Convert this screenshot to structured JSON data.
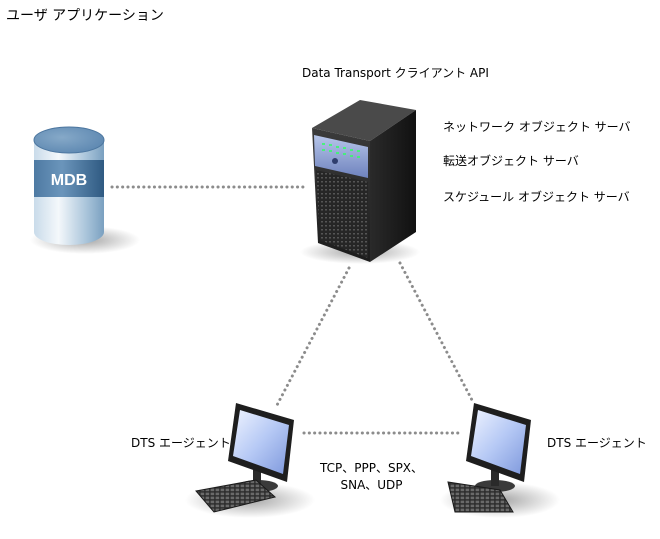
{
  "title": "ユーザ アプリケーション",
  "server": {
    "label": "Data Transport クライアント API",
    "services": [
      "ネットワーク オブジェクト サーバ",
      "転送オブジェクト サーバ",
      "スケジュール オブジェクト サーバ"
    ]
  },
  "database": {
    "label": "MDB",
    "color": "#5b86b0"
  },
  "agents": {
    "left_label": "DTS エージェント",
    "right_label": "DTS エージェント"
  },
  "protocols": {
    "line1": "TCP、PPP、SPX、",
    "line2": "SNA、UDP"
  },
  "connector_color": "#8c8c8c"
}
